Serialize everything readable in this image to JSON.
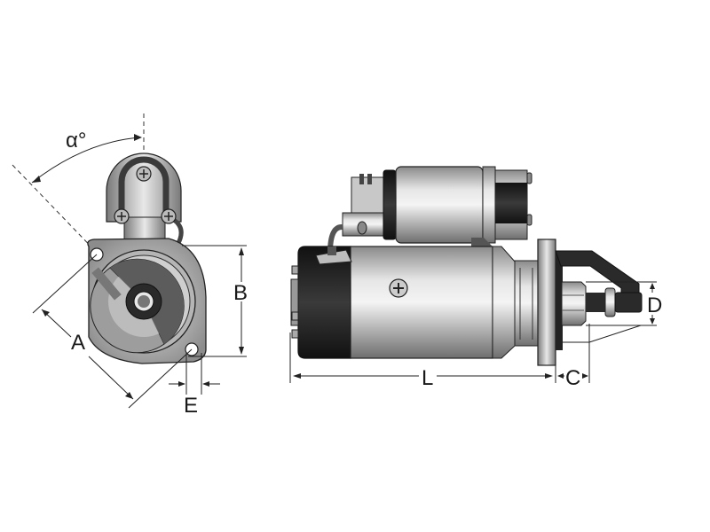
{
  "diagram": {
    "subject": "Starter motor dimension drawing",
    "views": [
      "front view",
      "side view"
    ],
    "labels": {
      "alpha": "α°",
      "A": "A",
      "B": "B",
      "C": "C",
      "D": "D",
      "E": "E",
      "L": "L"
    },
    "colors": {
      "metal_light": "#d8d8d8",
      "metal_mid": "#9a9a9a",
      "metal_dark": "#5a5a5a",
      "black": "#1e1e1e",
      "line": "#1a1a1a"
    }
  }
}
